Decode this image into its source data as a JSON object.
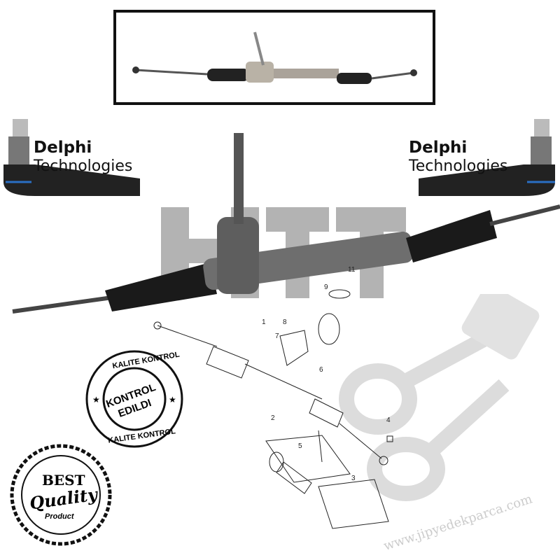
{
  "brand_left": {
    "name": "Delphi",
    "subtitle": "Technologies"
  },
  "brand_right": {
    "name": "Delphi",
    "subtitle": "Technologies"
  },
  "watermark_logo": "HTT",
  "watermark_url": "www.jipyedekparca.com",
  "stamp": {
    "ring_top": "KALITE KONTROL",
    "ring_bottom": "KALITE KONTROL",
    "center_line1": "KONTROL",
    "center_line2": "EDILDI"
  },
  "badge": {
    "line1": "BEST",
    "line2": "Quality",
    "line3": "Product"
  },
  "diagram_labels": [
    "1",
    "2",
    "3",
    "4",
    "5",
    "6",
    "7",
    "8",
    "9",
    "11"
  ]
}
